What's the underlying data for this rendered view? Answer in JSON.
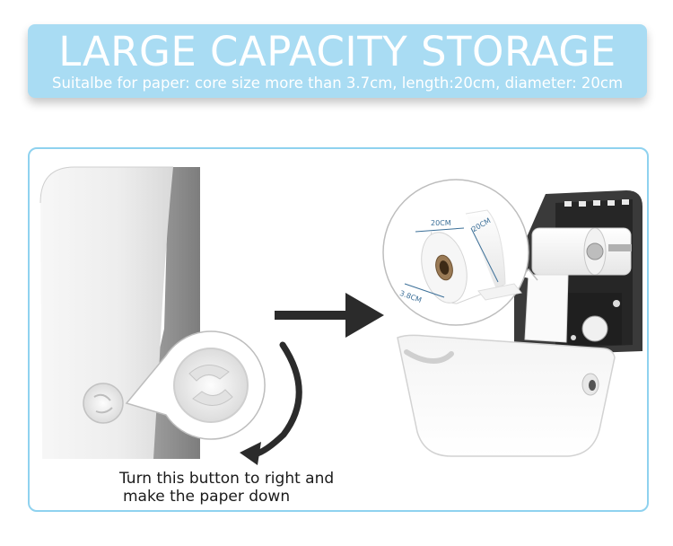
{
  "banner": {
    "title": "LARGE CAPACITY STORAGE",
    "subtitle": "Suitalbe for paper: core size more than 3.7cm, length:20cm, diameter: 20cm"
  },
  "caption": {
    "line1": "Turn this button to right and",
    "line2": "make the paper down"
  },
  "roll_dimensions": {
    "length": "20CM",
    "diameter": "20CM",
    "core": "3.8CM"
  },
  "colors": {
    "banner_bg": "#a9dcf3",
    "panel_border": "#8fd2ef",
    "arrow": "#2b2b2b"
  }
}
